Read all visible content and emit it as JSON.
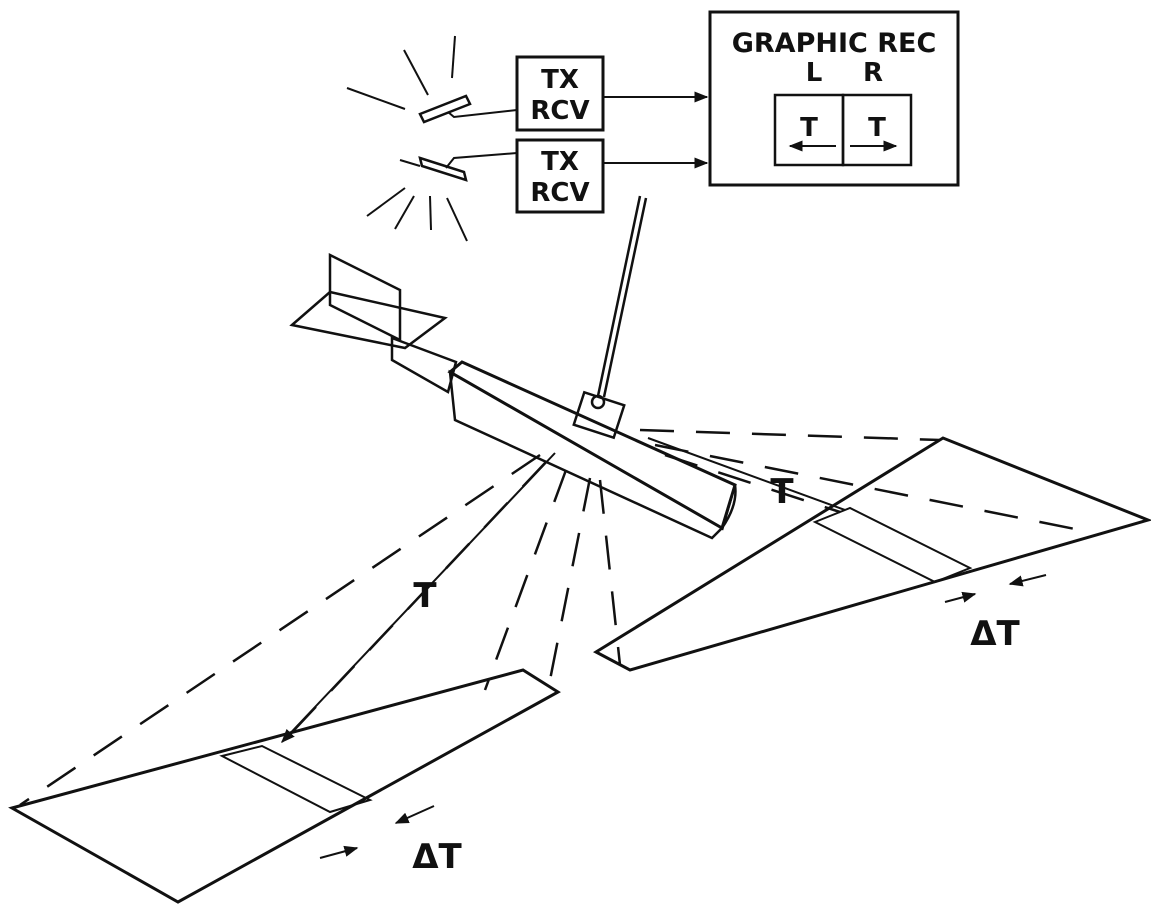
{
  "labels": {
    "recorder_title": "GRAPHIC REC",
    "left_channel": "L",
    "right_channel": "R",
    "left_trace": "T",
    "right_trace": "T",
    "tx_top": "TX",
    "rcv_top": "RCV",
    "tx_bottom": "TX",
    "rcv_bottom": "RCV",
    "thickness_left": "T",
    "thickness_right": "T",
    "delta_left": "ΔT",
    "delta_right": "ΔT"
  },
  "colors": {
    "ink": "#111111",
    "paper": "#ffffff"
  }
}
